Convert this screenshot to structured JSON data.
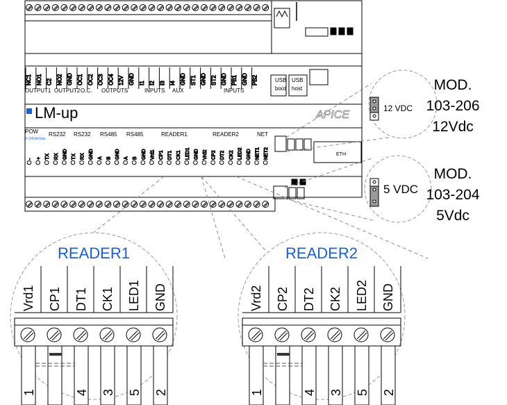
{
  "device": {
    "brand_logo": "LM-up",
    "manufacturer_mark": "APICE",
    "top_labels": [
      "NC1",
      "NO1",
      "C2",
      "NO2",
      "GND",
      "OC1",
      "OC2",
      "OC3",
      "OC4",
      "12V",
      "GND",
      "I1",
      "I2",
      "I3",
      "I4",
      "GND",
      "ST1",
      "GND",
      "ST2",
      "GND",
      "PB1",
      "GND",
      "PB2"
    ],
    "group_labels": [
      "OUTPUT1",
      "OUTPUT2",
      "O.C.",
      "OUTPUTS",
      "INPUTS",
      "AUX",
      "INPUTS",
      "USB",
      "boot",
      "USB",
      "host"
    ],
    "bottom_groups": [
      "POW",
      "RS232",
      "RS232",
      "RS485",
      "RS485",
      "READER1",
      "READER2",
      "NET"
    ],
    "bottom_pins": [
      "-",
      "+",
      "TX",
      "RX",
      "GND",
      "TX",
      "RX",
      "GND",
      "A",
      "B",
      "GND",
      "A",
      "B",
      "GND",
      "Vrd1",
      "CP1",
      "DT1",
      "CK1",
      "LED1",
      "GND",
      "Vrd2",
      "CP2",
      "DT2",
      "CK2",
      "LED2",
      "GND",
      "NET1",
      "NET2"
    ],
    "small_blue_text": "9~24Vdc/Vac",
    "eth_label": "ETH"
  },
  "jumpers": [
    {
      "label": "12 VDC"
    },
    {
      "label": "5 VDC"
    }
  ],
  "models": [
    {
      "line1": "MOD.",
      "line2": "103-206",
      "line3": "12Vdc"
    },
    {
      "line1": "MOD.",
      "line2": "103-204",
      "line3": "5Vdc"
    }
  ],
  "readers": [
    {
      "title": "READER1",
      "pins": [
        "Vrd1",
        "CP1",
        "DT1",
        "CK1",
        "LED1",
        "GND"
      ],
      "wires": [
        "1",
        "",
        "4",
        "3",
        "5",
        "2"
      ]
    },
    {
      "title": "READER2",
      "pins": [
        "Vrd2",
        "CP2",
        "DT2",
        "CK2",
        "LED2",
        "GND"
      ],
      "wires": [
        "1",
        "",
        "4",
        "3",
        "5",
        "2"
      ]
    }
  ],
  "colors": {
    "accent_blue": "#1a5fd6",
    "line": "#000000",
    "dash": "#8a8a8a"
  }
}
